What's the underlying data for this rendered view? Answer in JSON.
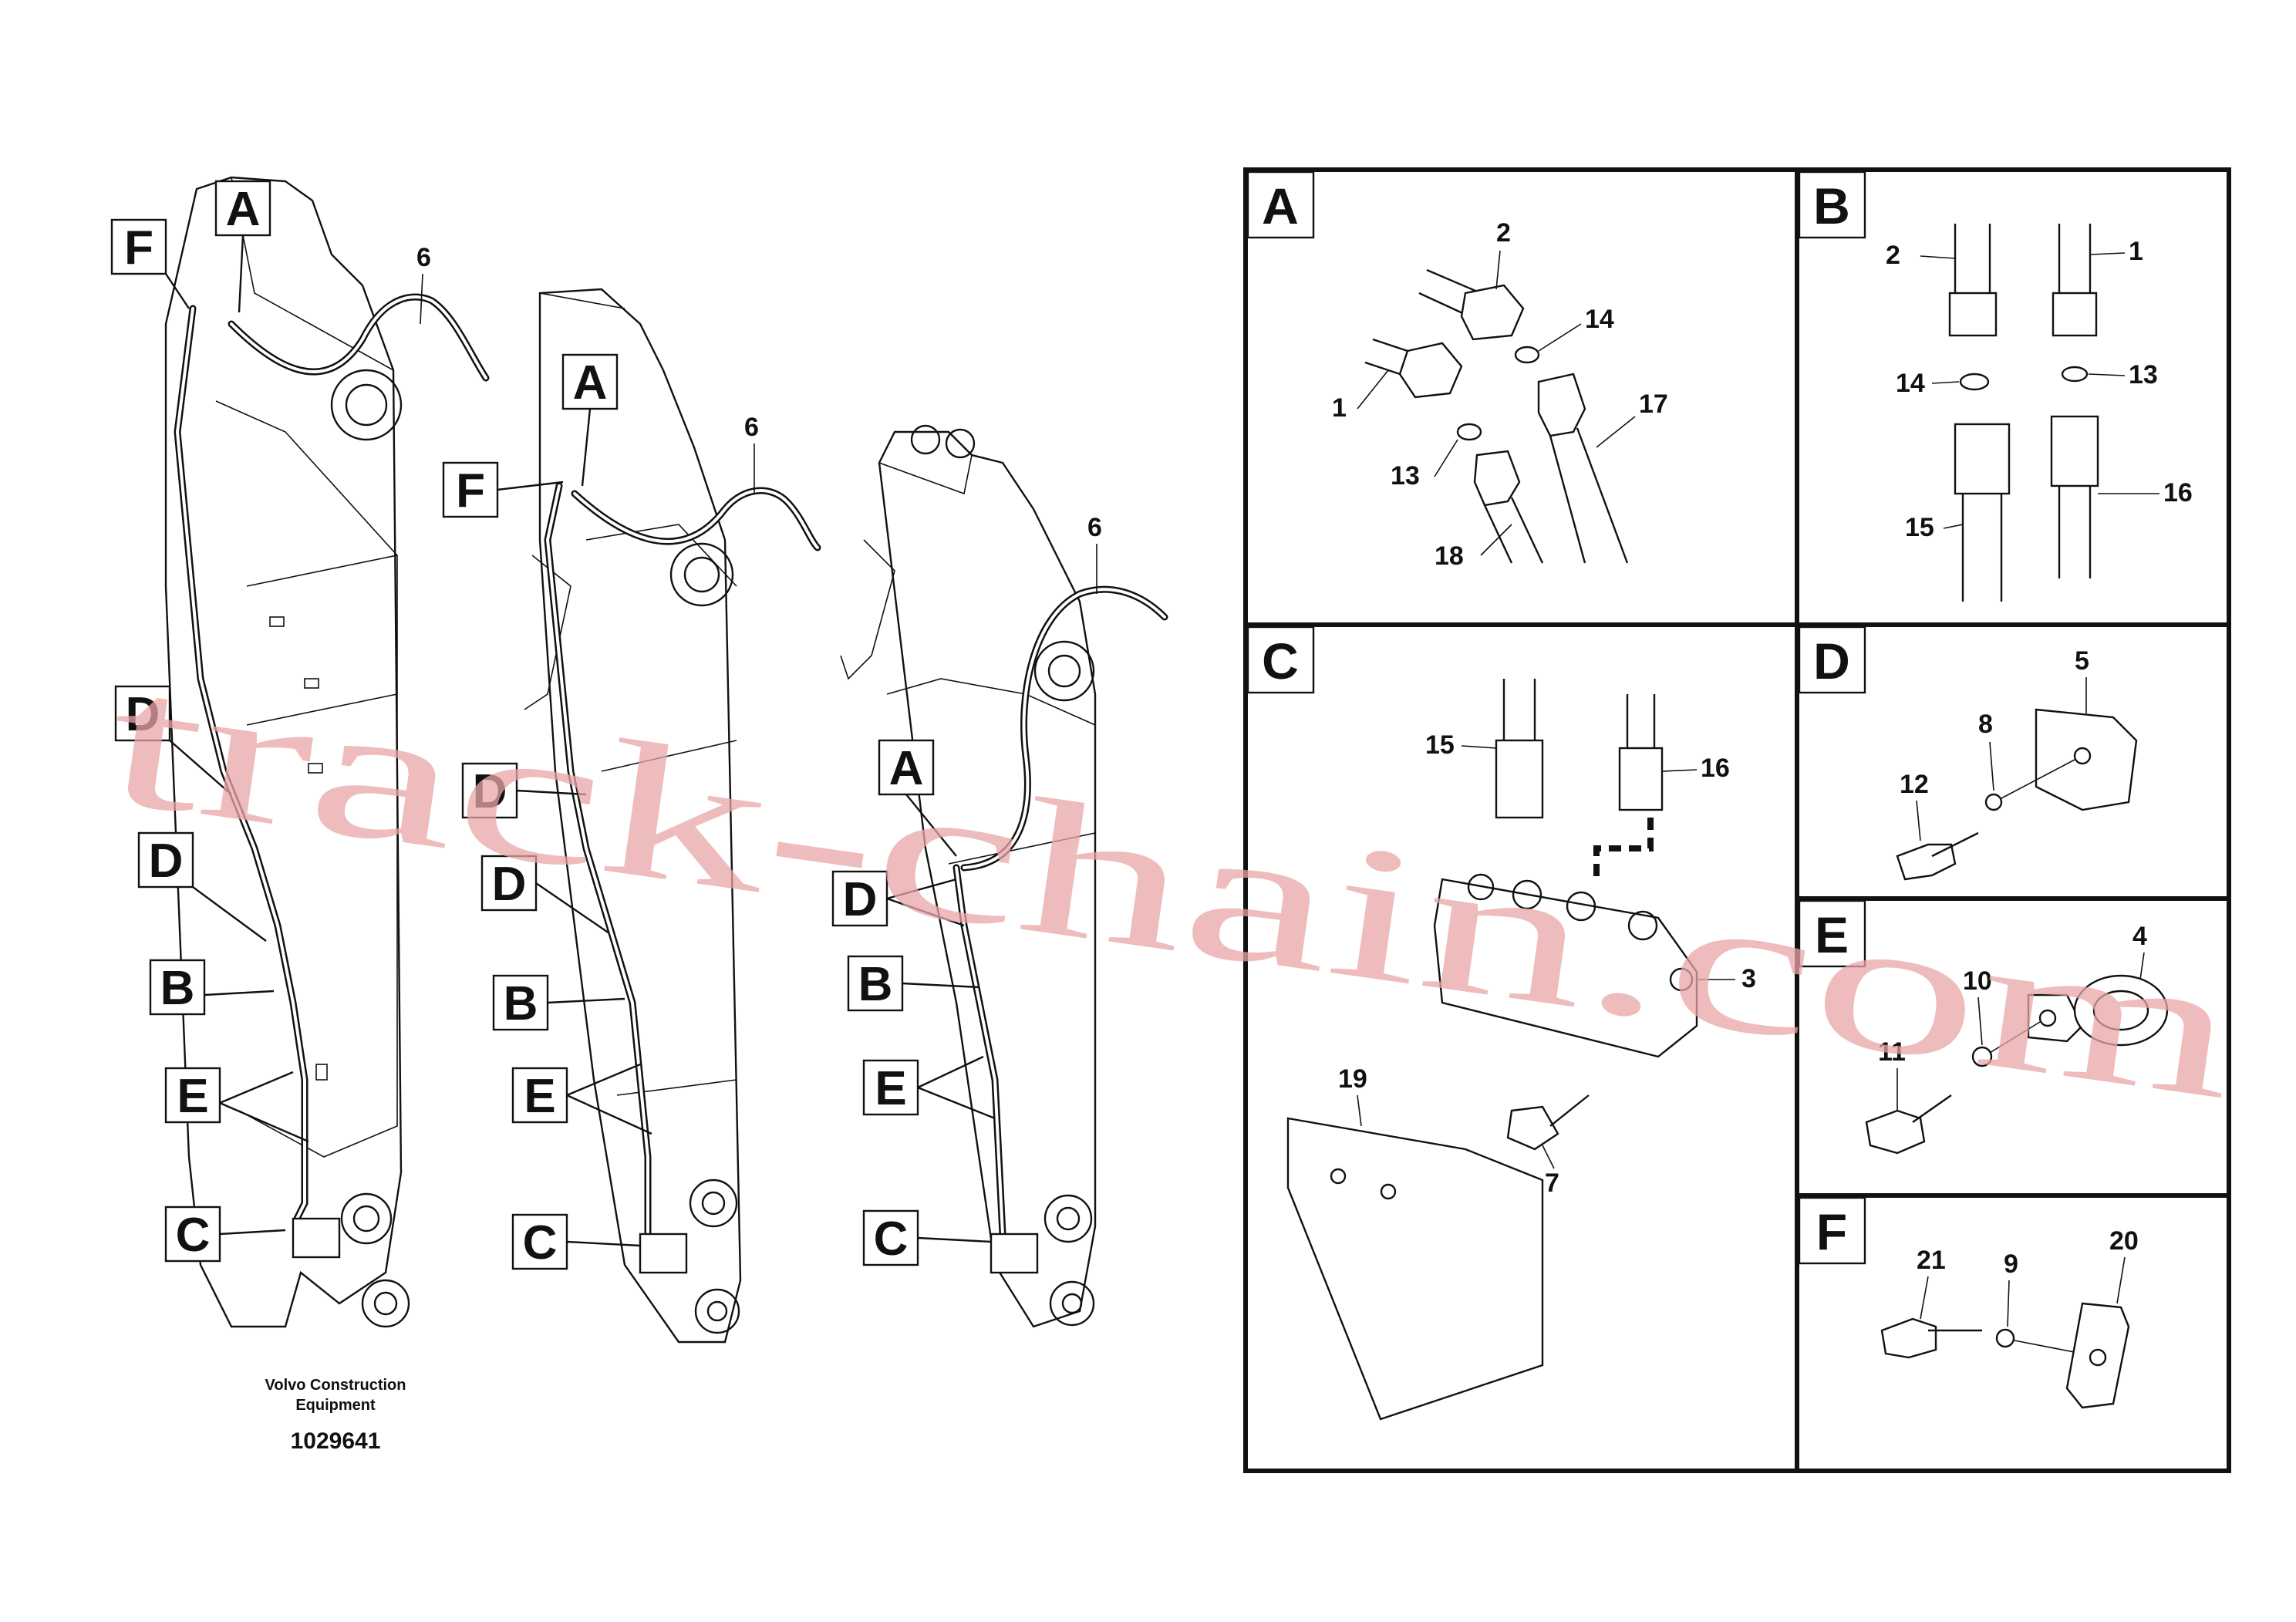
{
  "brand": {
    "line1": "Volvo Construction",
    "line2": "Equipment"
  },
  "document_number": "1029641",
  "watermark": "track-chain.com",
  "overview": {
    "arm1": {
      "letters": [
        "F",
        "A",
        "D",
        "D",
        "B",
        "E",
        "C"
      ],
      "part": "6"
    },
    "arm2": {
      "letters": [
        "A",
        "F",
        "D",
        "D",
        "B",
        "E",
        "C"
      ],
      "part": "6"
    },
    "arm3": {
      "letters": [
        "A",
        "D",
        "B",
        "E",
        "C"
      ],
      "part": "6"
    }
  },
  "panels": {
    "A": {
      "letter": "A",
      "parts": [
        "2",
        "14",
        "1",
        "17",
        "13",
        "18"
      ]
    },
    "B": {
      "letter": "B",
      "parts": [
        "2",
        "1",
        "14",
        "13",
        "15",
        "16"
      ]
    },
    "C": {
      "letter": "C",
      "parts": [
        "15",
        "16",
        "3",
        "19",
        "7"
      ]
    },
    "D": {
      "letter": "D",
      "parts": [
        "5",
        "8",
        "12"
      ]
    },
    "E": {
      "letter": "E",
      "parts": [
        "4",
        "10",
        "11"
      ]
    },
    "F": {
      "letter": "F",
      "parts": [
        "21",
        "9",
        "20"
      ]
    }
  }
}
